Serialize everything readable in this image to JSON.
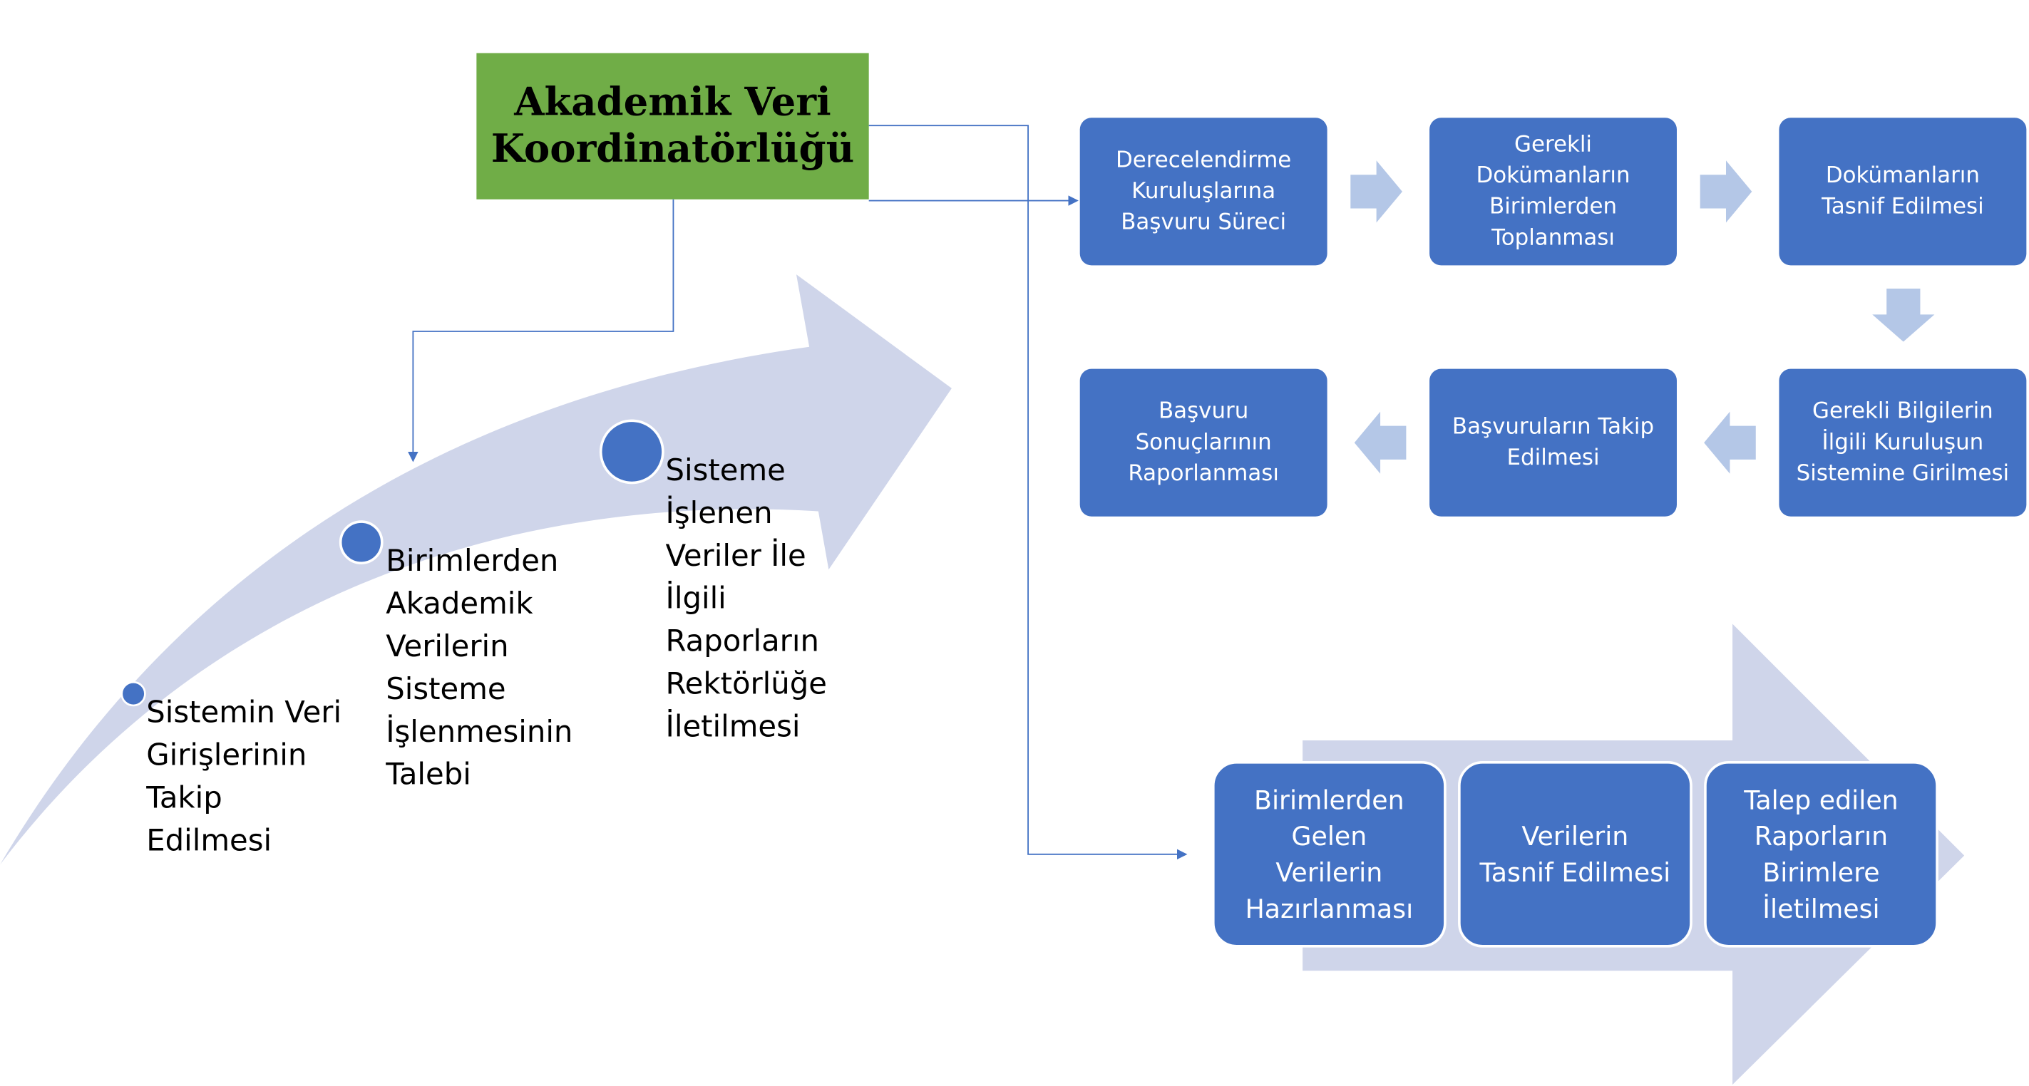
{
  "header": {
    "title": "Akademik Veri\nKoordinatörlüğü"
  },
  "curve_steps": [
    {
      "label": "Sistemin Veri\nGirişlerinin\nTakip\nEdilmesi"
    },
    {
      "label": "Birimlerden\nAkademik\nVerilerin\nSisteme\nİşlenmesinin\nTalebi"
    },
    {
      "label": "Sisteme\nİşlenen\nVeriler İle\nİlgili\nRaporların\nRektörlüğe\nİletilmesi"
    }
  ],
  "process": [
    {
      "label": "Derecelendirme\nKuruluşlarına\nBaşvuru Süreci"
    },
    {
      "label": "Gerekli\nDokümanların\nBirimlerden\nToplanması"
    },
    {
      "label": "Dokümanların\nTasnif Edilmesi"
    },
    {
      "label": "Gerekli Bilgilerin\nİlgili Kuruluşun\nSistemine Girilmesi"
    },
    {
      "label": "Başvuruların Takip\nEdilmesi"
    },
    {
      "label": "Başvuru\nSonuçlarının\nRaporlanması"
    }
  ],
  "chevron_steps": [
    {
      "label": "Birimlerden\nGelen\nVerilerin\nHazırlanması"
    },
    {
      "label": "Verilerin\nTasnif Edilmesi"
    },
    {
      "label": "Talep edilen\nRaporların\nBirimlere\nİletilmesi"
    }
  ],
  "colors": {
    "title_bg": "#70ad47",
    "box": "#4472c4",
    "arrow": "#b4c7e7",
    "curve": "#cfd5ea",
    "connector": "#4472c4"
  }
}
